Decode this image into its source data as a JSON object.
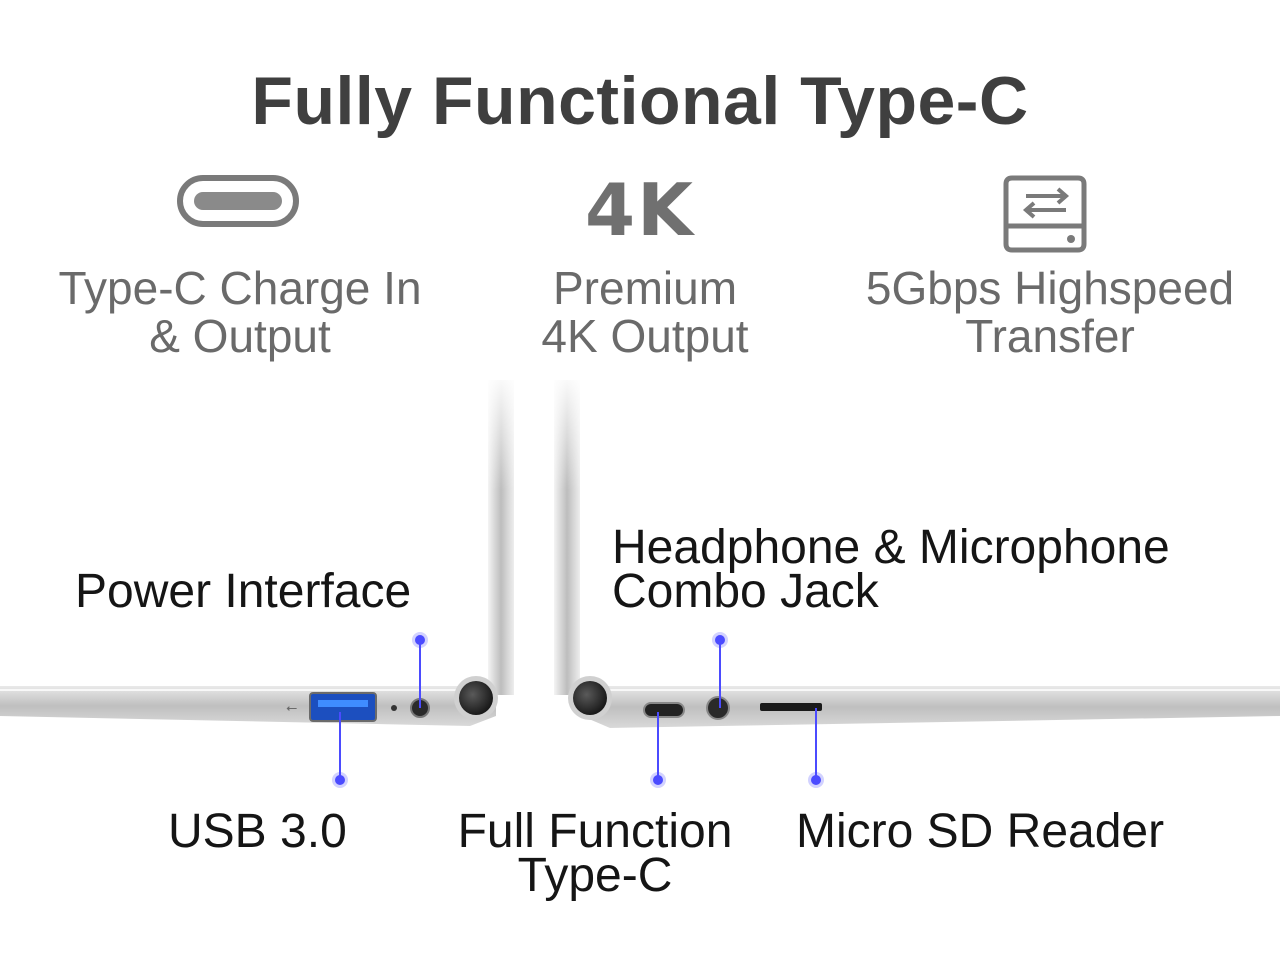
{
  "title": "Fully Functional Type-C",
  "features": [
    {
      "icon": "type-c-port-icon",
      "line1": "Type-C Charge In",
      "line2": "& Output"
    },
    {
      "icon": "4k-icon",
      "icon_text": "4K",
      "line1": "Premium",
      "line2": "4K Output"
    },
    {
      "icon": "hard-drive-transfer-icon",
      "line1": "5Gbps Highspeed",
      "line2": "Transfer"
    }
  ],
  "ports": {
    "power": "Power Interface",
    "headphone_line1": "Headphone & Microphone",
    "headphone_line2": "Combo Jack",
    "usb": "USB 3.0",
    "typec_line1": "Full Function",
    "typec_line2": "Type-C",
    "microsd": "Micro SD Reader"
  },
  "colors": {
    "title": "#3f3f3f",
    "feature_text": "#6a6a6a",
    "label_text": "#151515",
    "indicator": "#4b4bff",
    "laptop_silver": "#c8c8c8"
  }
}
